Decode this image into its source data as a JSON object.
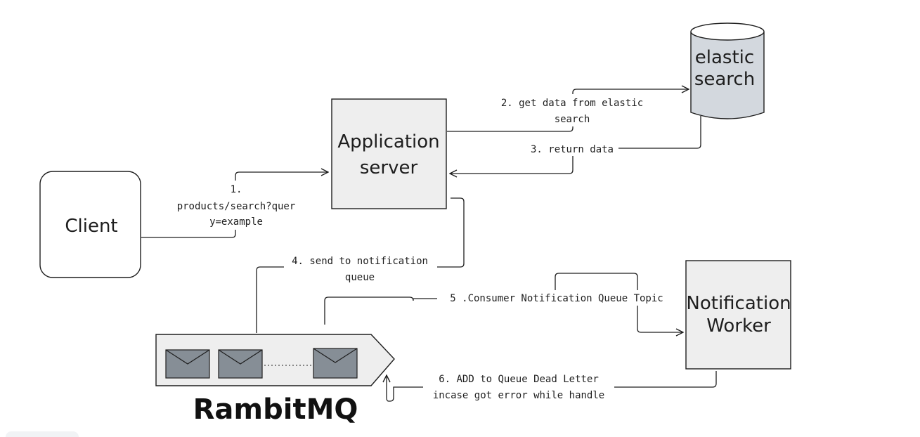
{
  "nodes": {
    "client": "Client",
    "app_server_line1": "Application",
    "app_server_line2": "server",
    "elastic_line1": "elastic",
    "elastic_line2": "search",
    "worker_line1": "Notification",
    "worker_line2": "Worker",
    "queue_title": "RambitMQ"
  },
  "edges": {
    "e1_line1": "1.",
    "e1_line2": "products/search?quer",
    "e1_line3": "y=example",
    "e2_line1": "2. get data from elastic",
    "e2_line2": "search",
    "e3": "3. return data",
    "e4_line1": "4. send to notification",
    "e4_line2": "queue",
    "e5": "5 .Consumer Notification Queue Topic",
    "e6_line1": "6. ADD to Queue Dead Letter",
    "e6_line2": "incase got error while handle"
  }
}
